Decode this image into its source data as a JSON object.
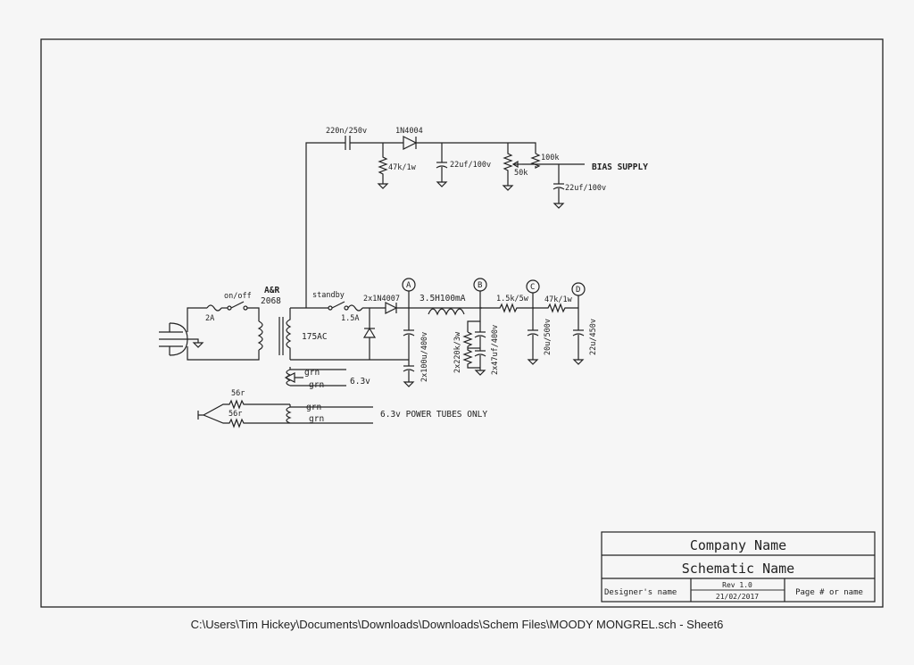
{
  "title_block": {
    "company": "Company Name",
    "schematic": "Schematic Name",
    "designer": "Designer's name",
    "rev": "Rev 1.0",
    "date": "21/02/2017",
    "page": "Page # or name"
  },
  "labels": {
    "cap_220n": "220n/250v",
    "diode_1n4004": "1N4004",
    "res_47k1w": "47k/1w",
    "cap_22uf_a": "22uf/100v",
    "res_100k": "100k",
    "pot_50k": "50k",
    "bias_supply": "BIAS SUPPLY",
    "cap_22uf_b": "22uf/100v",
    "onoff": "on/off",
    "fuse_2a": "2A",
    "transformer_brand": "A&R",
    "transformer_model": "2068",
    "standby": "standby",
    "fuse_1_5a": "1.5A",
    "secondary_175ac": "175AC",
    "diodes_2x1n4007": "2x1N4007",
    "node_a": "A",
    "choke": "3.5H100mA",
    "node_b": "B",
    "res_1_5k": "1.5k/5w",
    "node_c": "C",
    "res_47k1w_b": "47k/1w",
    "node_d": "D",
    "cap_2x100u": "2x100u/400v",
    "res_2x220k": "2x220k/3w",
    "cap_2x47uf": "2x47uf/400v",
    "cap_20u": "20u/500v",
    "cap_22u450": "22u/450v",
    "grn1": "grn",
    "grn2": "grn",
    "heater_6v3": "6.3v",
    "res_56r_a": "56r",
    "res_56r_b": "56r",
    "grn3": "grn",
    "grn4": "grn",
    "heater_power_tubes": "6.3v POWER TUBES ONLY"
  },
  "footer": {
    "path": "C:\\Users\\Tim Hickey\\Documents\\Downloads\\Downloads\\Schem Files\\MOODY MONGREL.sch  -  Sheet6"
  }
}
